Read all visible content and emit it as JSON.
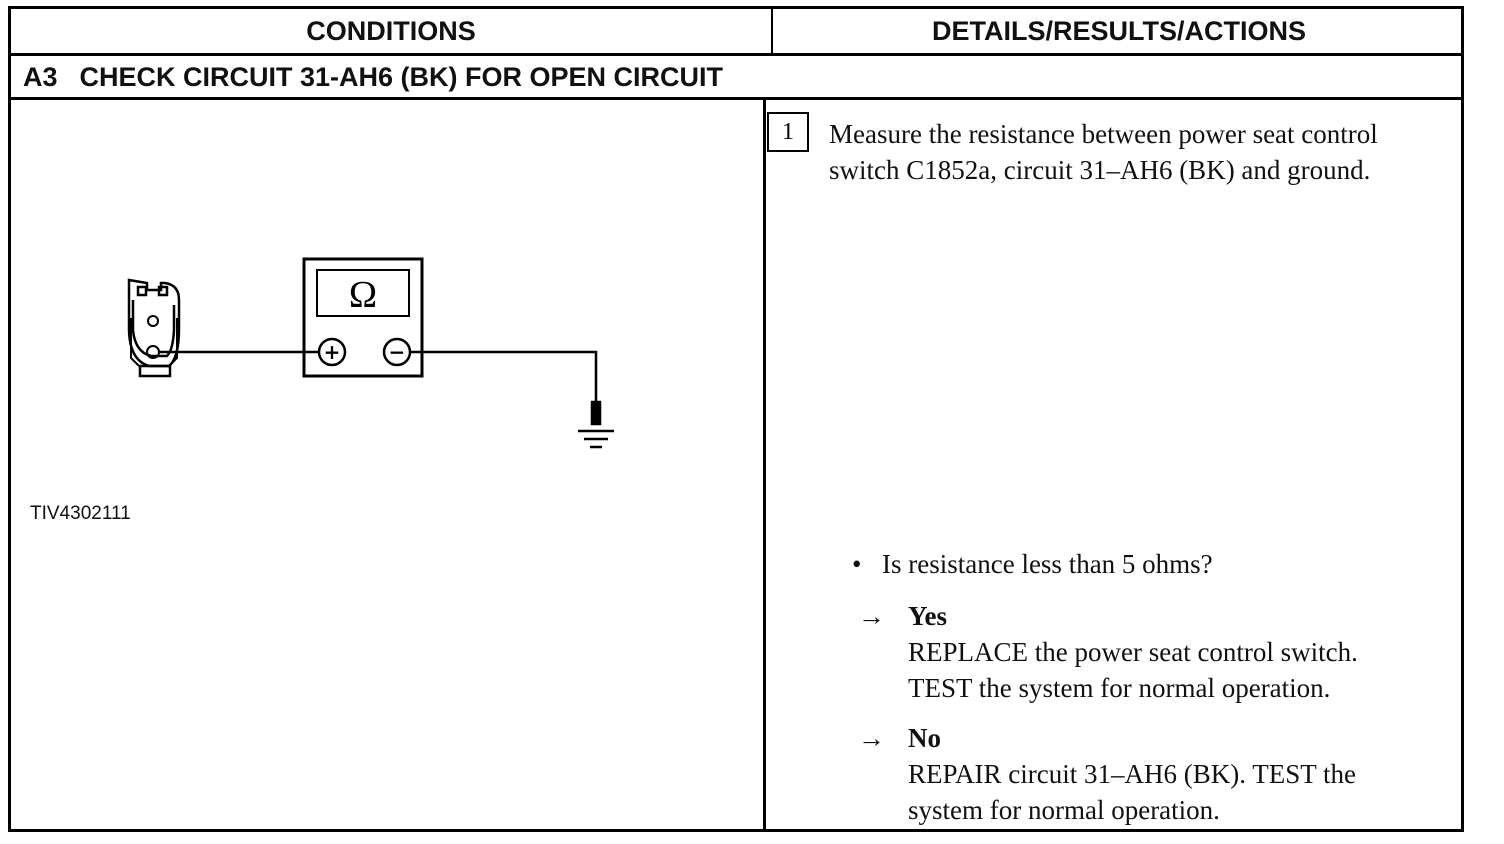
{
  "headers": {
    "conditions": "CONDITIONS",
    "details": "DETAILS/RESULTS/ACTIONS"
  },
  "section": {
    "number": "A3",
    "title": "CHECK CIRCUIT 31-AH6 (BK) FOR OPEN CIRCUIT"
  },
  "diagram": {
    "figure_id": "TIV4302111",
    "meter_symbol": "Ω",
    "plus": "+",
    "minus": "−",
    "icons": [
      "connector-icon",
      "ohmmeter-icon",
      "ground-icon"
    ]
  },
  "step": {
    "number": "1",
    "text": "Measure the resistance between power seat control switch C1852a, circuit 31–AH6 (BK) and ground."
  },
  "question": {
    "bullet": "•",
    "text": "Is resistance less than 5 ohms?"
  },
  "answers": [
    {
      "arrow": "→",
      "label": "Yes",
      "text": "REPLACE the power seat control switch.\nTEST the system for normal operation."
    },
    {
      "arrow": "→",
      "label": "No",
      "text": "REPAIR circuit 31–AH6 (BK). TEST the\nsystem for normal operation."
    }
  ]
}
